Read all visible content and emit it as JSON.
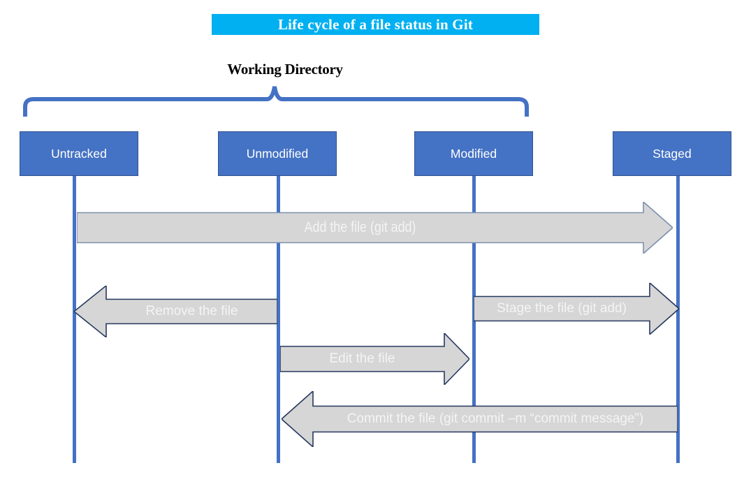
{
  "title": {
    "text": "Life cycle of a file status in Git"
  },
  "working_directory": {
    "label": "Working Directory"
  },
  "states": [
    {
      "label": "Untracked"
    },
    {
      "label": "Unmodified"
    },
    {
      "label": "Modified"
    },
    {
      "label": "Staged"
    }
  ],
  "arrows": [
    {
      "label": "Add the file (git add)",
      "direction": "right",
      "from": "Untracked",
      "to": "Staged"
    },
    {
      "label": "Remove the file",
      "direction": "left",
      "from": "Unmodified",
      "to": "Untracked"
    },
    {
      "label": "Stage the file (git add)",
      "direction": "right",
      "from": "Modified",
      "to": "Staged"
    },
    {
      "label": "Edit the file",
      "direction": "right",
      "from": "Unmodified",
      "to": "Modified"
    },
    {
      "label": "Commit the file (git commit –m “commit message”)",
      "direction": "left",
      "from": "Staged",
      "to": "Unmodified"
    }
  ],
  "colors": {
    "banner": "#00B0F0",
    "node_fill": "#4472C4",
    "node_border": "#2F528F",
    "lifeline": "#4472C4",
    "brace": "#4472C4",
    "arrow_fill": "#D6D6D6",
    "arrow_border_dark": "#27395F",
    "arrow_border_light": "#7E8FAF",
    "text_on_shapes": "#FFFFFF",
    "heading_text": "#000000"
  }
}
